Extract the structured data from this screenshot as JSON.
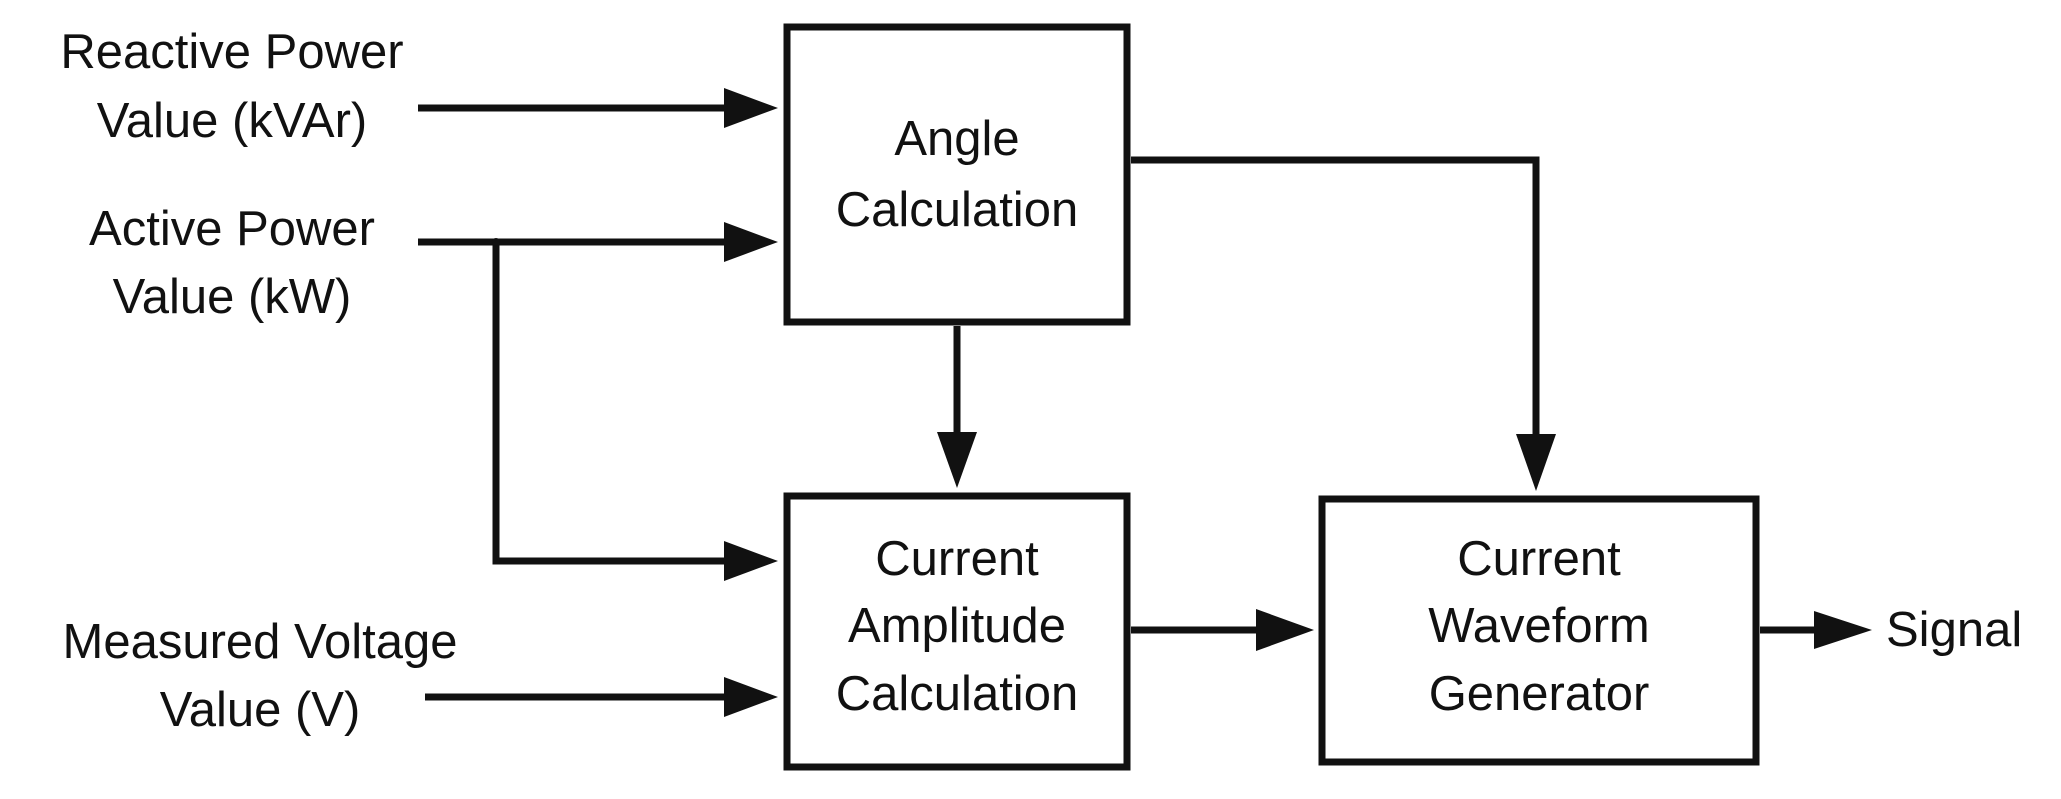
{
  "inputs": {
    "reactive_power": {
      "line1": "Reactive Power",
      "line2": "Value (kVAr)"
    },
    "active_power": {
      "line1": "Active Power",
      "line2": "Value (kW)"
    },
    "measured_voltage": {
      "line1": "Measured Voltage",
      "line2": "Value (V)"
    }
  },
  "blocks": {
    "angle_calculation": {
      "line1": "Angle",
      "line2": "Calculation"
    },
    "current_amplitude_calculation": {
      "line1": "Current",
      "line2": "Amplitude",
      "line3": "Calculation"
    },
    "current_waveform_generator": {
      "line1": "Current",
      "line2": "Waveform",
      "line3": "Generator"
    }
  },
  "output": {
    "label": "Signal"
  },
  "colors": {
    "stroke": "#111111",
    "background": "#ffffff"
  }
}
